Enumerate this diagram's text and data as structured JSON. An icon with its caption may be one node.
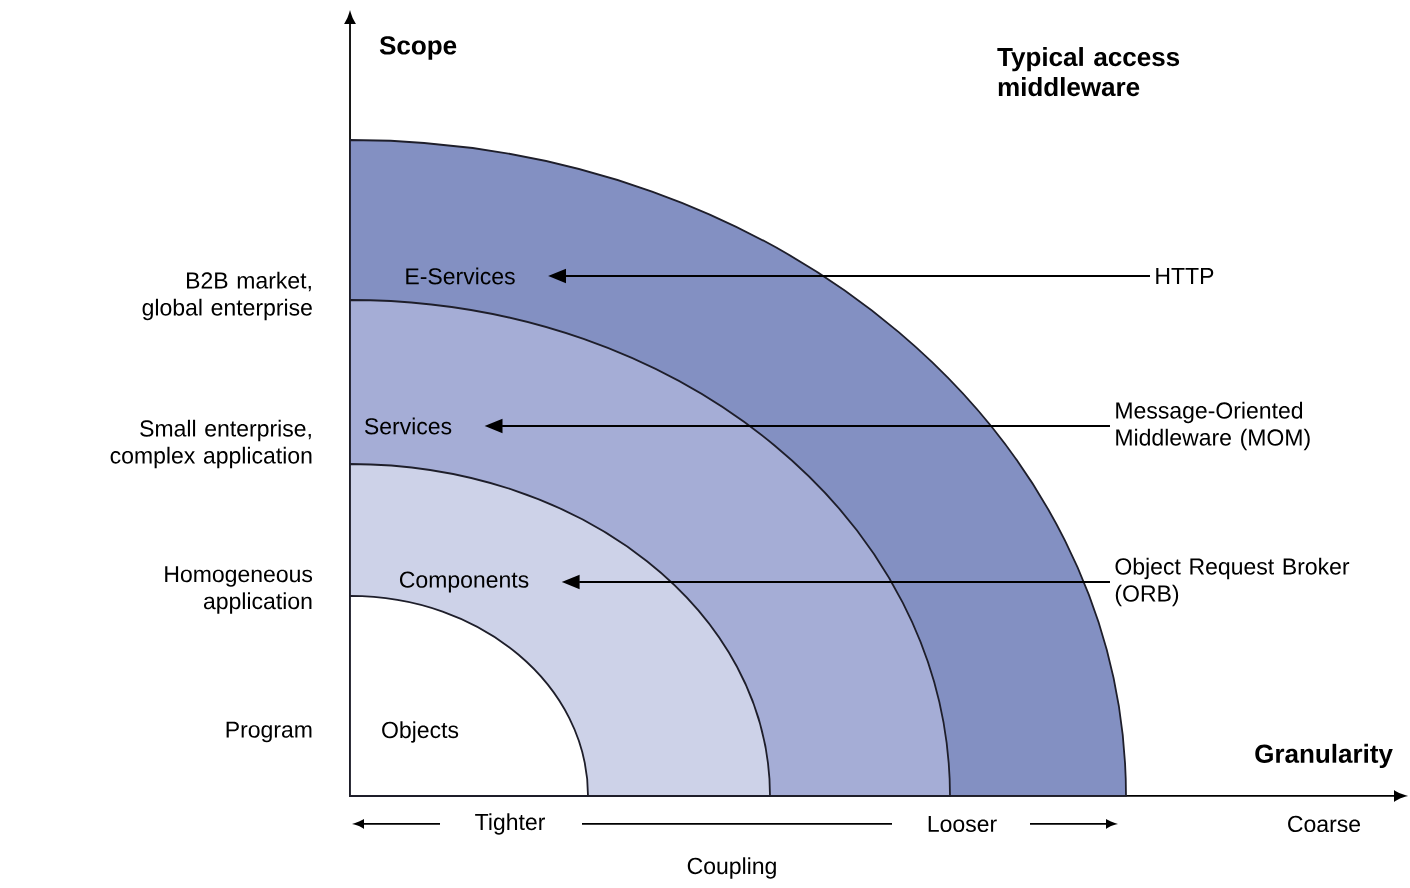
{
  "diagram": {
    "title": "Typical access middleware",
    "nodes": [
      {
        "text": [
          "E-Services"
        ]
      },
      {
        "text": [
          "Services"
        ],
        "in": 0
      },
      {
        "text": [
          "Components"
        ],
        "in": 1
      },
      {
        "text": [
          "Objects"
        ],
        "in": 2
      },
      {
        "text": [
          "HTTP"
        ]
      },
      {
        "text": [
          "Message-Oriented Middleware (MOM)"
        ]
      },
      {
        "text": [
          "Object Request Broker (ORB)"
        ]
      }
    ],
    "edges": [
      {
        "from": 4,
        "to": 0,
        "arrow": "to"
      },
      {
        "from": 5,
        "to": 1,
        "arrow": "to"
      },
      {
        "from": 6,
        "to": 2,
        "arrow": "to"
      }
    ],
    "labels": [
      "Scope",
      "B2B market, global enterprise",
      "Small enterprise, complex application",
      "Homogeneous application",
      "Program",
      "Granularity",
      "Tighter",
      "Looser",
      "Coarse",
      "Coupling"
    ]
  }
}
